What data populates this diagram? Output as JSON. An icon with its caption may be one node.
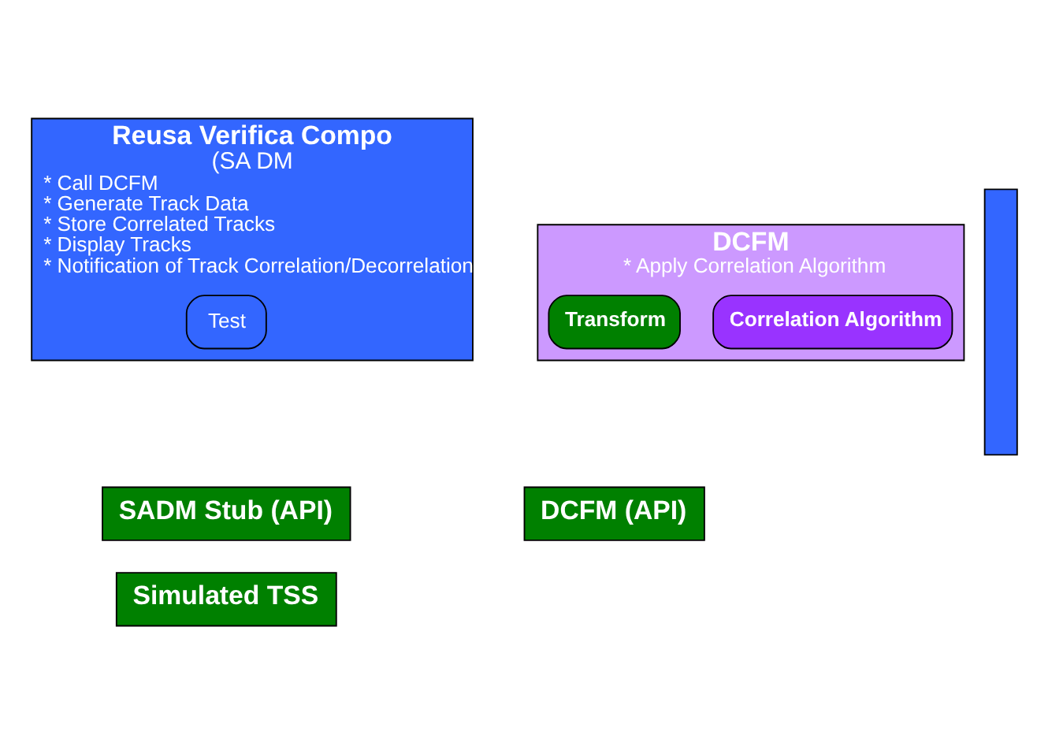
{
  "diagram": {
    "nodes": [
      {
        "text": [
          "Reusa Verifica Compo",
          "(SA DM",
          "* Call DCFM",
          "* Generate Track Data",
          "* Store Correlated Tracks",
          "* Display Tracks",
          "* Notification of Track Correlation/Decorrelation"
        ]
      },
      {
        "text": [
          "Test"
        ],
        "in": 0
      },
      {
        "text": [
          "DCFM",
          "* Apply Correlation Algorithm"
        ]
      },
      {
        "text": [
          "Correlation Algorithm"
        ],
        "in": 2
      },
      {
        "text": [
          "Transform"
        ],
        "in": 2
      },
      {
        "text": [
          "SADM Stub (API)"
        ]
      },
      {
        "text": [
          "Simulated TSS"
        ]
      },
      {
        "text": [
          "DCFM (API)"
        ]
      },
      {
        "text": [],
        "shape": "box"
      }
    ],
    "edges": []
  }
}
